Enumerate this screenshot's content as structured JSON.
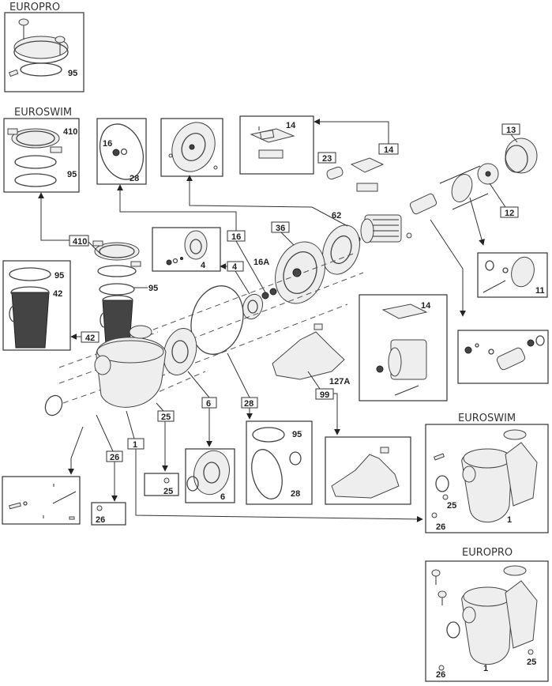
{
  "diagram": {
    "kind": "exploded-parts-diagram",
    "subject": "pool pump",
    "variants": {
      "europro_top": "EUROPRO",
      "euroswim_top": "EUROSWIM",
      "euroswim_bottom": "EUROSWIM",
      "europro_bottom": "EUROPRO"
    },
    "tags": {
      "t410": "410",
      "t16": "16",
      "t36": "36",
      "t4": "4",
      "t42": "42",
      "t14": "14",
      "t23": "23",
      "t13": "13",
      "t12": "12",
      "t99": "99",
      "t6": "6",
      "t28": "28",
      "t25": "25",
      "t26": "26",
      "t1": "1"
    },
    "callouts": {
      "c95_europro": "95",
      "c410": "410",
      "c95_euroswim": "95",
      "c16": "16",
      "c28": "28",
      "c14_box": "14",
      "c62": "62",
      "c16A": "16A",
      "c4_box": "4",
      "c95_basket": "95",
      "c42_basket": "42",
      "c95_main": "95",
      "c11": "11",
      "c14_motor": "14",
      "c127A": "127A",
      "c6_box": "6",
      "c25_box": "25",
      "c26_box": "26",
      "c95_gasket": "95",
      "c28_gasket": "28",
      "c25_es": "25",
      "c26_es": "26",
      "c1_es": "1",
      "c26_ep": "26",
      "c1_ep": "1",
      "c25_ep": "25"
    },
    "part_numbers": [
      "1",
      "4",
      "6",
      "11",
      "12",
      "13",
      "14",
      "16",
      "16A",
      "23",
      "25",
      "26",
      "28",
      "36",
      "42",
      "62",
      "95",
      "99",
      "127A",
      "410"
    ]
  }
}
